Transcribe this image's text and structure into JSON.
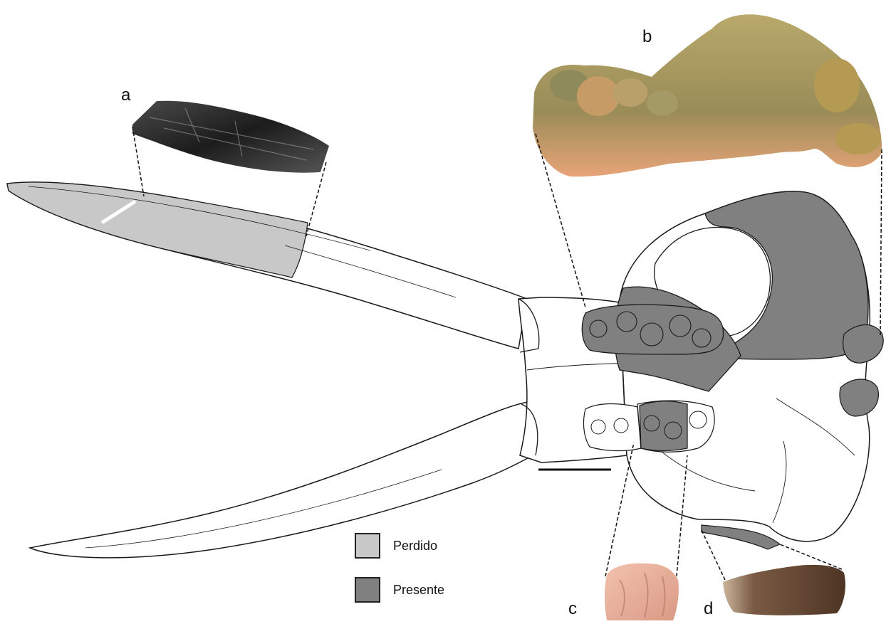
{
  "panel_labels": {
    "a": "a",
    "b": "b",
    "c": "c",
    "d": "d"
  },
  "legend": {
    "lost": {
      "label": "Perdido",
      "color": "#c8c8c8"
    },
    "present": {
      "label": "Presente",
      "color": "#808080"
    }
  },
  "colors": {
    "outline": "#1a1a1a",
    "lost_fill": "#c8c8c8",
    "present_fill": "#808080",
    "photo_a_fossil": "#2f2f2f",
    "photo_b_matrix": "#e6a878",
    "photo_b_bone": "#a9a060",
    "photo_c_tooth": "#e9b39c",
    "photo_d_fragment": "#6b4a34"
  }
}
